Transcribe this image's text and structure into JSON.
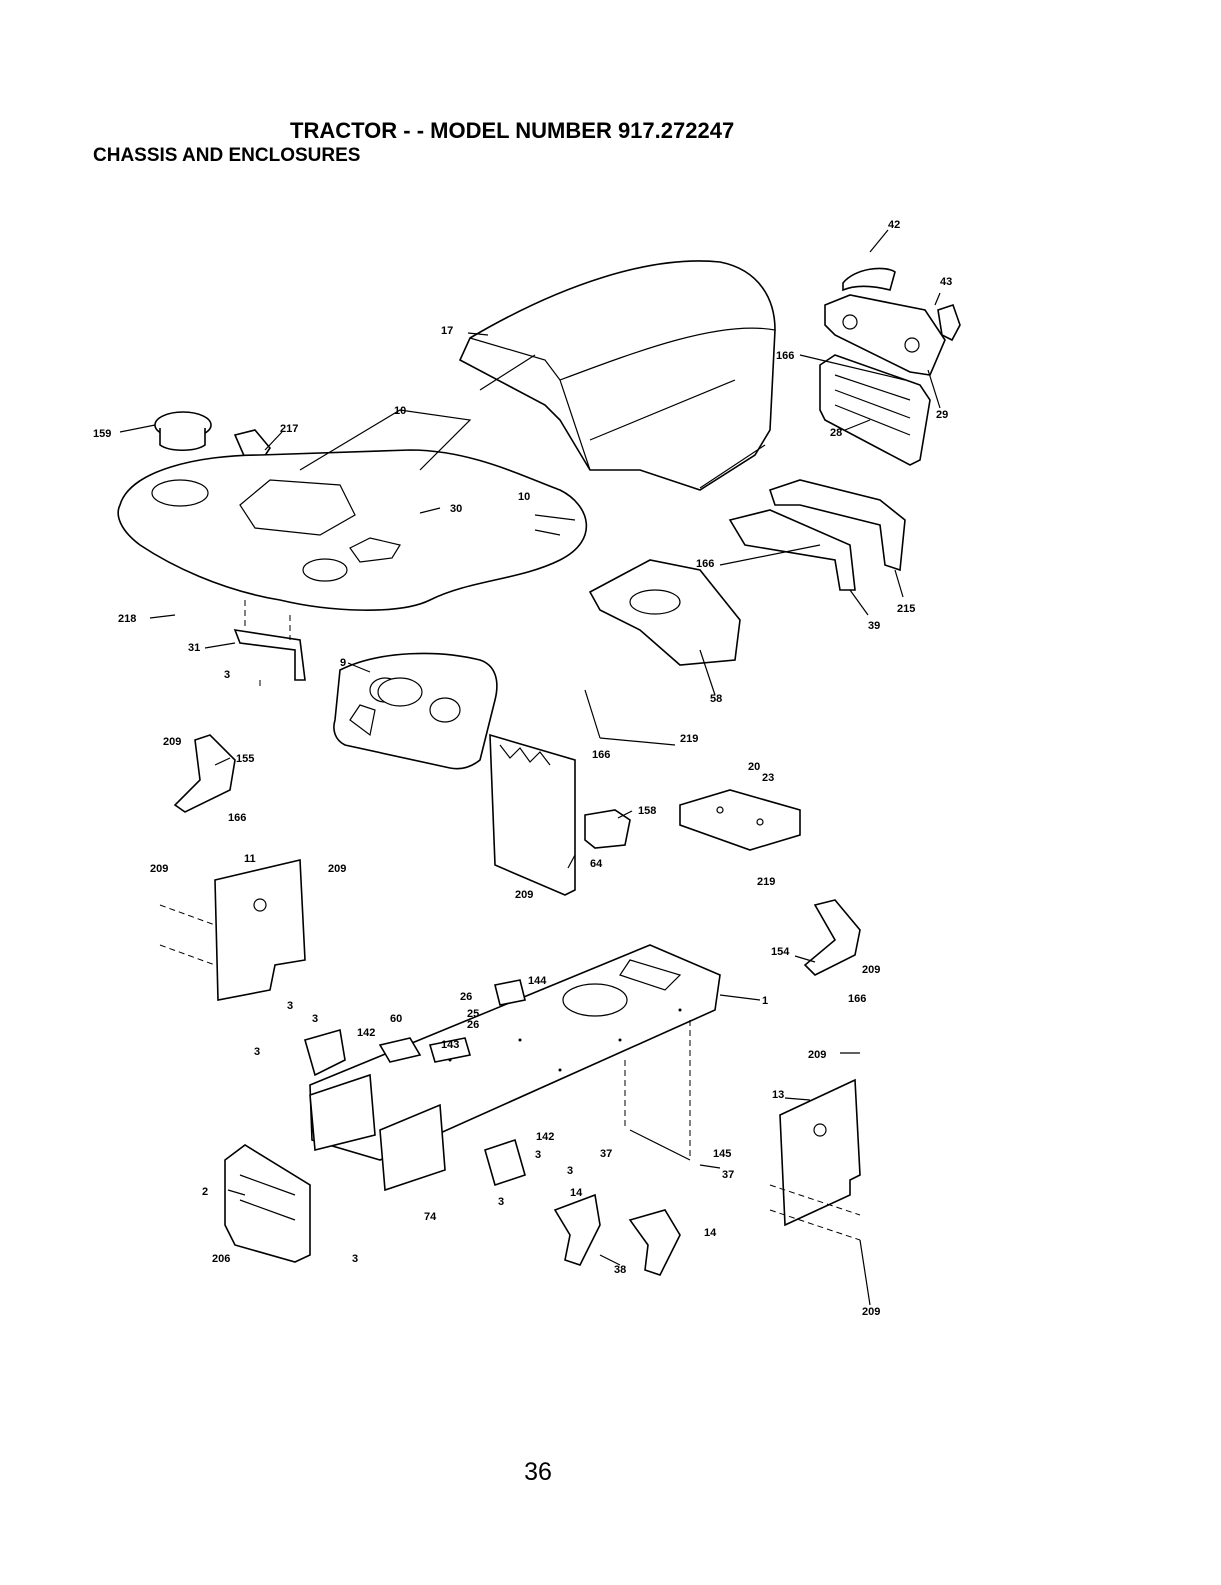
{
  "header": {
    "title": "TRACTOR - - MODEL NUMBER 917.272247",
    "subtitle": "CHASSIS AND ENCLOSURES"
  },
  "page_number": "36",
  "callouts": {
    "c1": "1",
    "c2": "2",
    "c3a": "3",
    "c3b": "3",
    "c3c": "3",
    "c3d": "3",
    "c3e": "3",
    "c3f": "3",
    "c3g": "3",
    "c3h": "3",
    "c9": "9",
    "c10a": "10",
    "c10b": "10",
    "c11": "11",
    "c13": "13",
    "c14a": "14",
    "c14b": "14",
    "c17": "17",
    "c20": "20",
    "c23": "23",
    "c25": "25",
    "c26a": "26",
    "c26b": "26",
    "c28": "28",
    "c29": "29",
    "c30": "30",
    "c31": "31",
    "c37a": "37",
    "c37b": "37",
    "c38": "38",
    "c39": "39",
    "c42": "42",
    "c43": "43",
    "c58": "58",
    "c60": "60",
    "c64": "64",
    "c74": "74",
    "c142a": "142",
    "c142b": "142",
    "c143": "143",
    "c144": "144",
    "c145": "145",
    "c154": "154",
    "c155": "155",
    "c158": "158",
    "c159": "159",
    "c166a": "166",
    "c166b": "166",
    "c166c": "166",
    "c166d": "166",
    "c166e": "166",
    "c206": "206",
    "c209a": "209",
    "c209b": "209",
    "c209c": "209",
    "c209d": "209",
    "c209e": "209",
    "c209f": "209",
    "c209g": "209",
    "c215": "215",
    "c217": "217",
    "c218": "218",
    "c219a": "219",
    "c219b": "219"
  }
}
